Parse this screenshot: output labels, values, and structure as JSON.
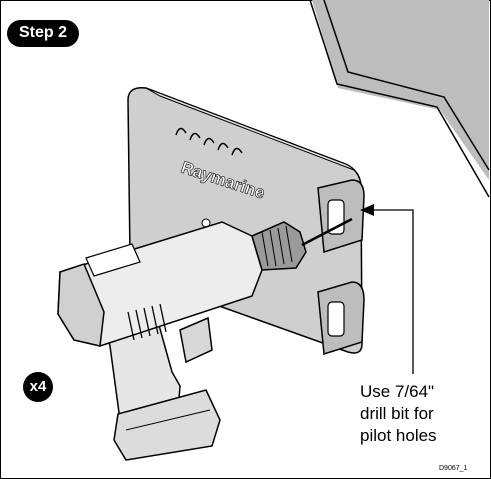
{
  "diagram": {
    "step_label": "Step 2",
    "quantity_label": "x4",
    "brand_text": "Raymarine",
    "callout_text": "Use 7/64\"\ndrill bit for\npilot holes",
    "figure_code": "D9067_1"
  }
}
